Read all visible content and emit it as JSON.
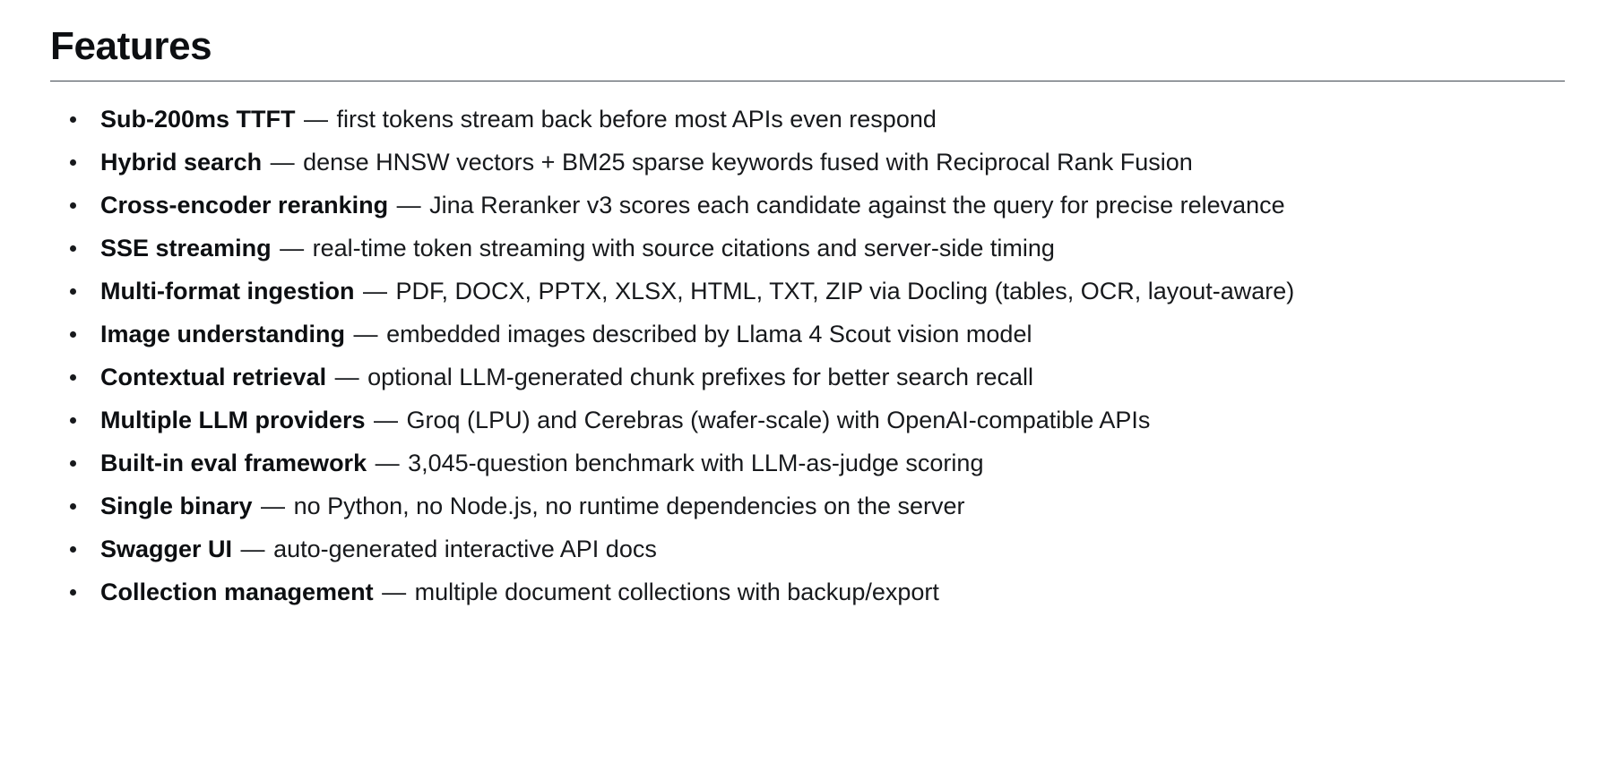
{
  "document": {
    "title": "Features",
    "separator": "—"
  },
  "features": [
    {
      "term": "Sub-200ms TTFT",
      "description": "first tokens stream back before most APIs even respond"
    },
    {
      "term": "Hybrid search",
      "description": "dense HNSW vectors + BM25 sparse keywords fused with Reciprocal Rank Fusion"
    },
    {
      "term": "Cross-encoder reranking",
      "description": "Jina Reranker v3 scores each candidate against the query for precise relevance"
    },
    {
      "term": "SSE streaming",
      "description": "real-time token streaming with source citations and server-side timing"
    },
    {
      "term": "Multi-format ingestion",
      "description": "PDF, DOCX, PPTX, XLSX, HTML, TXT, ZIP via Docling (tables, OCR, layout-aware)"
    },
    {
      "term": "Image understanding",
      "description": "embedded images described by Llama 4 Scout vision model"
    },
    {
      "term": "Contextual retrieval",
      "description": "optional LLM-generated chunk prefixes for better search recall"
    },
    {
      "term": "Multiple LLM providers",
      "description": "Groq (LPU) and Cerebras (wafer-scale) with OpenAI-compatible APIs"
    },
    {
      "term": "Built-in eval framework",
      "description": "3,045-question benchmark with LLM-as-judge scoring"
    },
    {
      "term": "Single binary",
      "description": "no Python, no Node.js, no runtime dependencies on the server"
    },
    {
      "term": "Swagger UI",
      "description": "auto-generated interactive API docs"
    },
    {
      "term": "Collection management",
      "description": "multiple document collections with backup/export"
    }
  ],
  "colors": {
    "background": "#ffffff",
    "text": "#17191c",
    "heading": "#0d0f12",
    "rule": "#3f4650"
  }
}
